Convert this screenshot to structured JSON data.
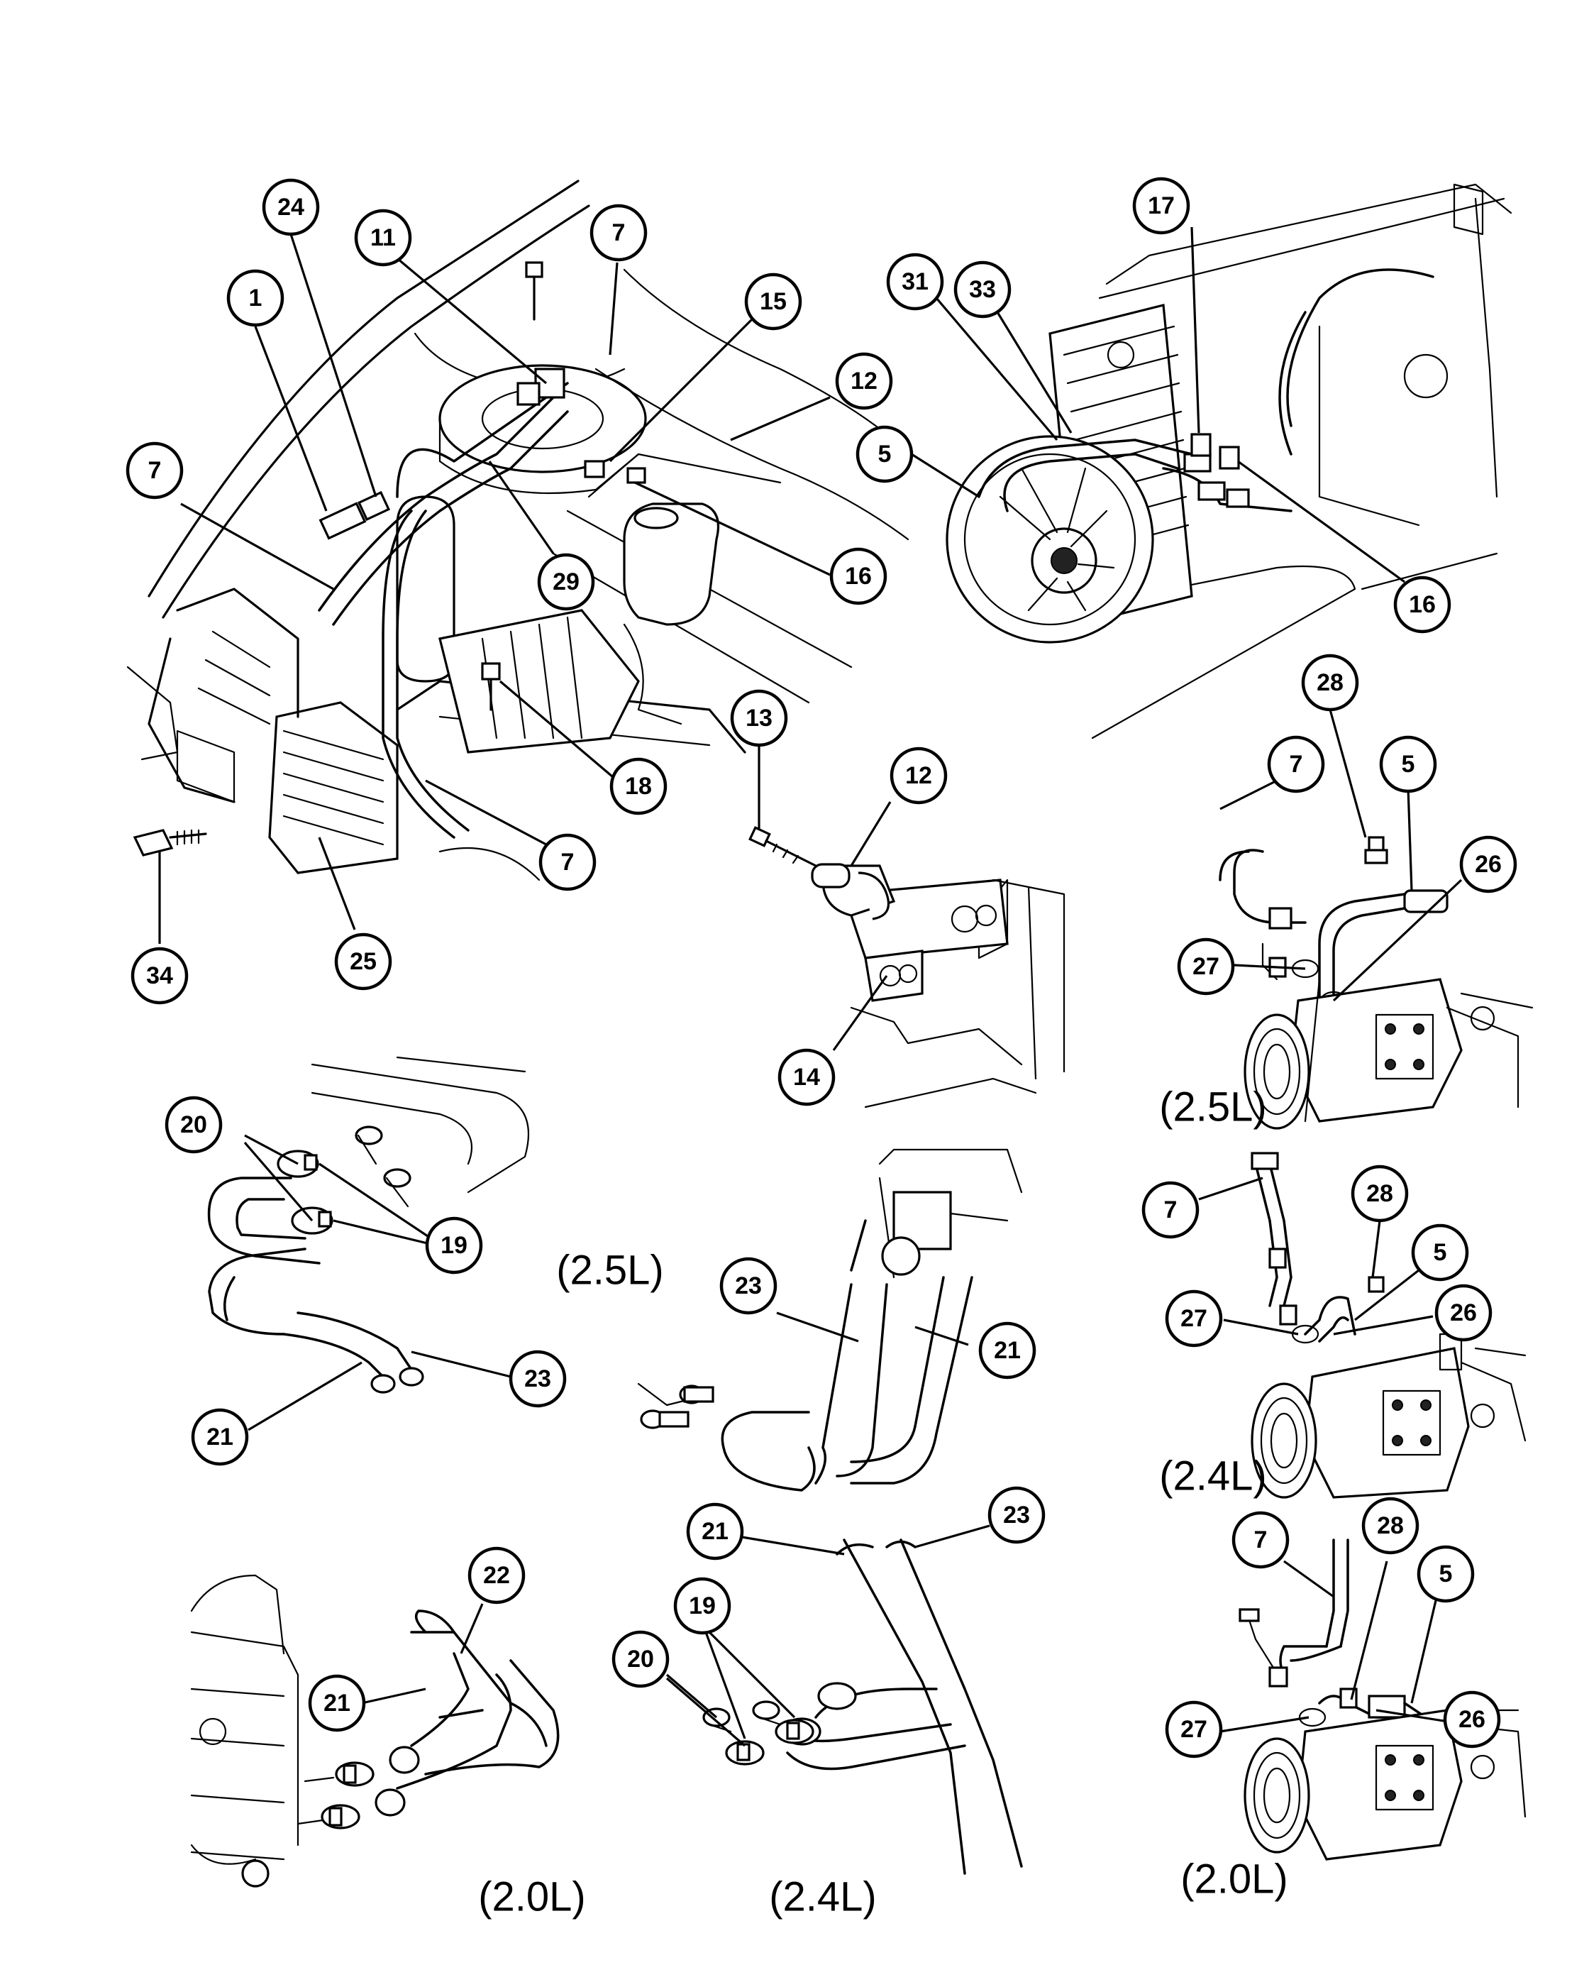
{
  "callouts": [
    {
      "id": "c-1",
      "label": "1"
    },
    {
      "id": "c-24",
      "label": "24"
    },
    {
      "id": "c-11",
      "label": "11"
    },
    {
      "id": "c-7a",
      "label": "7"
    },
    {
      "id": "c-15",
      "label": "15"
    },
    {
      "id": "c-12a",
      "label": "12"
    },
    {
      "id": "c-7b",
      "label": "7"
    },
    {
      "id": "c-29",
      "label": "29"
    },
    {
      "id": "c-16a",
      "label": "16"
    },
    {
      "id": "c-18",
      "label": "18"
    },
    {
      "id": "c-7c",
      "label": "7"
    },
    {
      "id": "c-34",
      "label": "34"
    },
    {
      "id": "c-25",
      "label": "25"
    },
    {
      "id": "c-31",
      "label": "31"
    },
    {
      "id": "c-33",
      "label": "33"
    },
    {
      "id": "c-17",
      "label": "17"
    },
    {
      "id": "c-5a",
      "label": "5"
    },
    {
      "id": "c-16b",
      "label": "16"
    },
    {
      "id": "c-13",
      "label": "13"
    },
    {
      "id": "c-12b",
      "label": "12"
    },
    {
      "id": "c-14",
      "label": "14"
    },
    {
      "id": "c-28a",
      "label": "28"
    },
    {
      "id": "c-7d",
      "label": "7"
    },
    {
      "id": "c-5b",
      "label": "5"
    },
    {
      "id": "c-26a",
      "label": "26"
    },
    {
      "id": "c-27a",
      "label": "27"
    },
    {
      "id": "c-20a",
      "label": "20"
    },
    {
      "id": "c-19a",
      "label": "19"
    },
    {
      "id": "c-23a",
      "label": "23"
    },
    {
      "id": "c-21a",
      "label": "21"
    },
    {
      "id": "c-23b",
      "label": "23"
    },
    {
      "id": "c-21b",
      "label": "21"
    },
    {
      "id": "c-7e",
      "label": "7"
    },
    {
      "id": "c-28b",
      "label": "28"
    },
    {
      "id": "c-5c",
      "label": "5"
    },
    {
      "id": "c-27b",
      "label": "27"
    },
    {
      "id": "c-26b",
      "label": "26"
    },
    {
      "id": "c-22",
      "label": "22"
    },
    {
      "id": "c-21c",
      "label": "21"
    },
    {
      "id": "c-21d",
      "label": "21"
    },
    {
      "id": "c-23c",
      "label": "23"
    },
    {
      "id": "c-19b",
      "label": "19"
    },
    {
      "id": "c-20b",
      "label": "20"
    },
    {
      "id": "c-7f",
      "label": "7"
    },
    {
      "id": "c-28c",
      "label": "28"
    },
    {
      "id": "c-5d",
      "label": "5"
    },
    {
      "id": "c-27c",
      "label": "27"
    },
    {
      "id": "c-26c",
      "label": "26"
    }
  ],
  "variant_labels": [
    {
      "id": "v-25L-compressor",
      "text": "(2.5L)"
    },
    {
      "id": "v-25L-heater",
      "text": "(2.5L)"
    },
    {
      "id": "v-24L-compressor",
      "text": "(2.4L)"
    },
    {
      "id": "v-20L-heater",
      "text": "(2.0L)"
    },
    {
      "id": "v-24L-heater",
      "text": "(2.4L)"
    },
    {
      "id": "v-20L-compressor",
      "text": "(2.0L)"
    }
  ]
}
